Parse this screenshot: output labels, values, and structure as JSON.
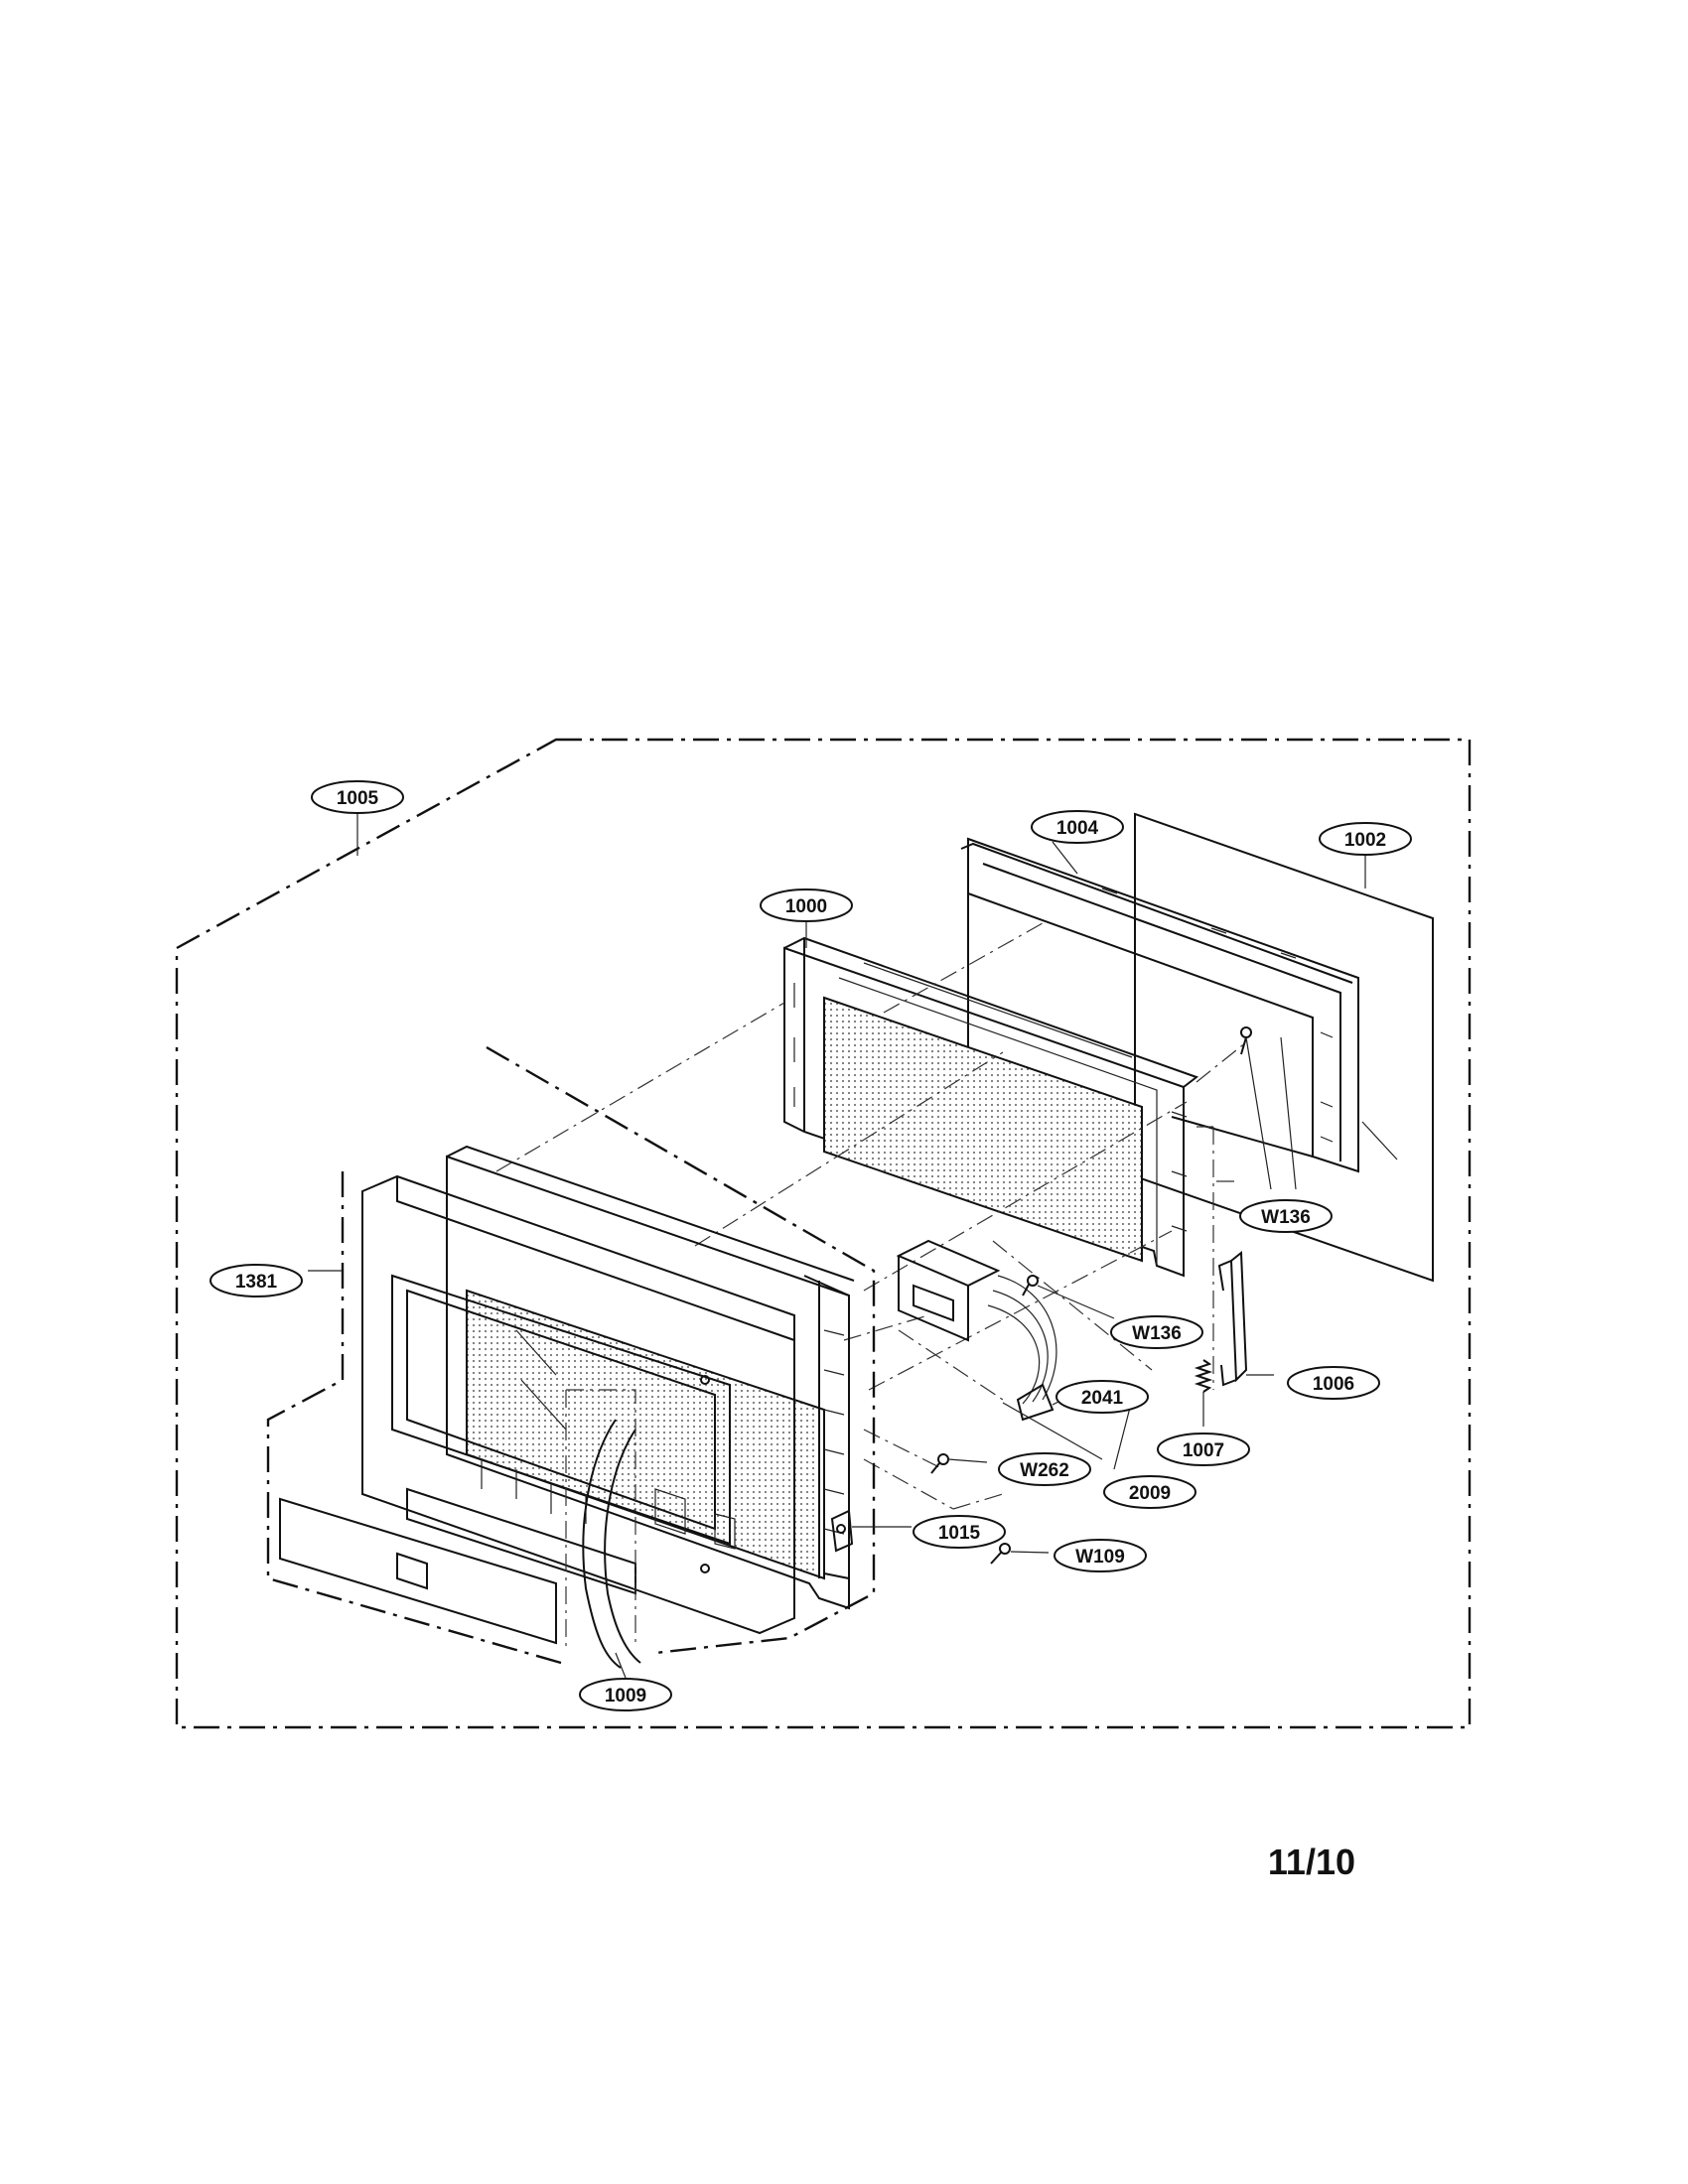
{
  "page_number": "11/10",
  "callouts": {
    "c1005": "1005",
    "c1004": "1004",
    "c1002": "1002",
    "c1000": "1000",
    "cW136a": "W136",
    "c1381": "1381",
    "cW136b": "W136",
    "c1006": "1006",
    "c2041": "2041",
    "c1007": "1007",
    "cW262": "W262",
    "c2009": "2009",
    "c1015": "1015",
    "cW109": "W109",
    "c1009": "1009"
  }
}
